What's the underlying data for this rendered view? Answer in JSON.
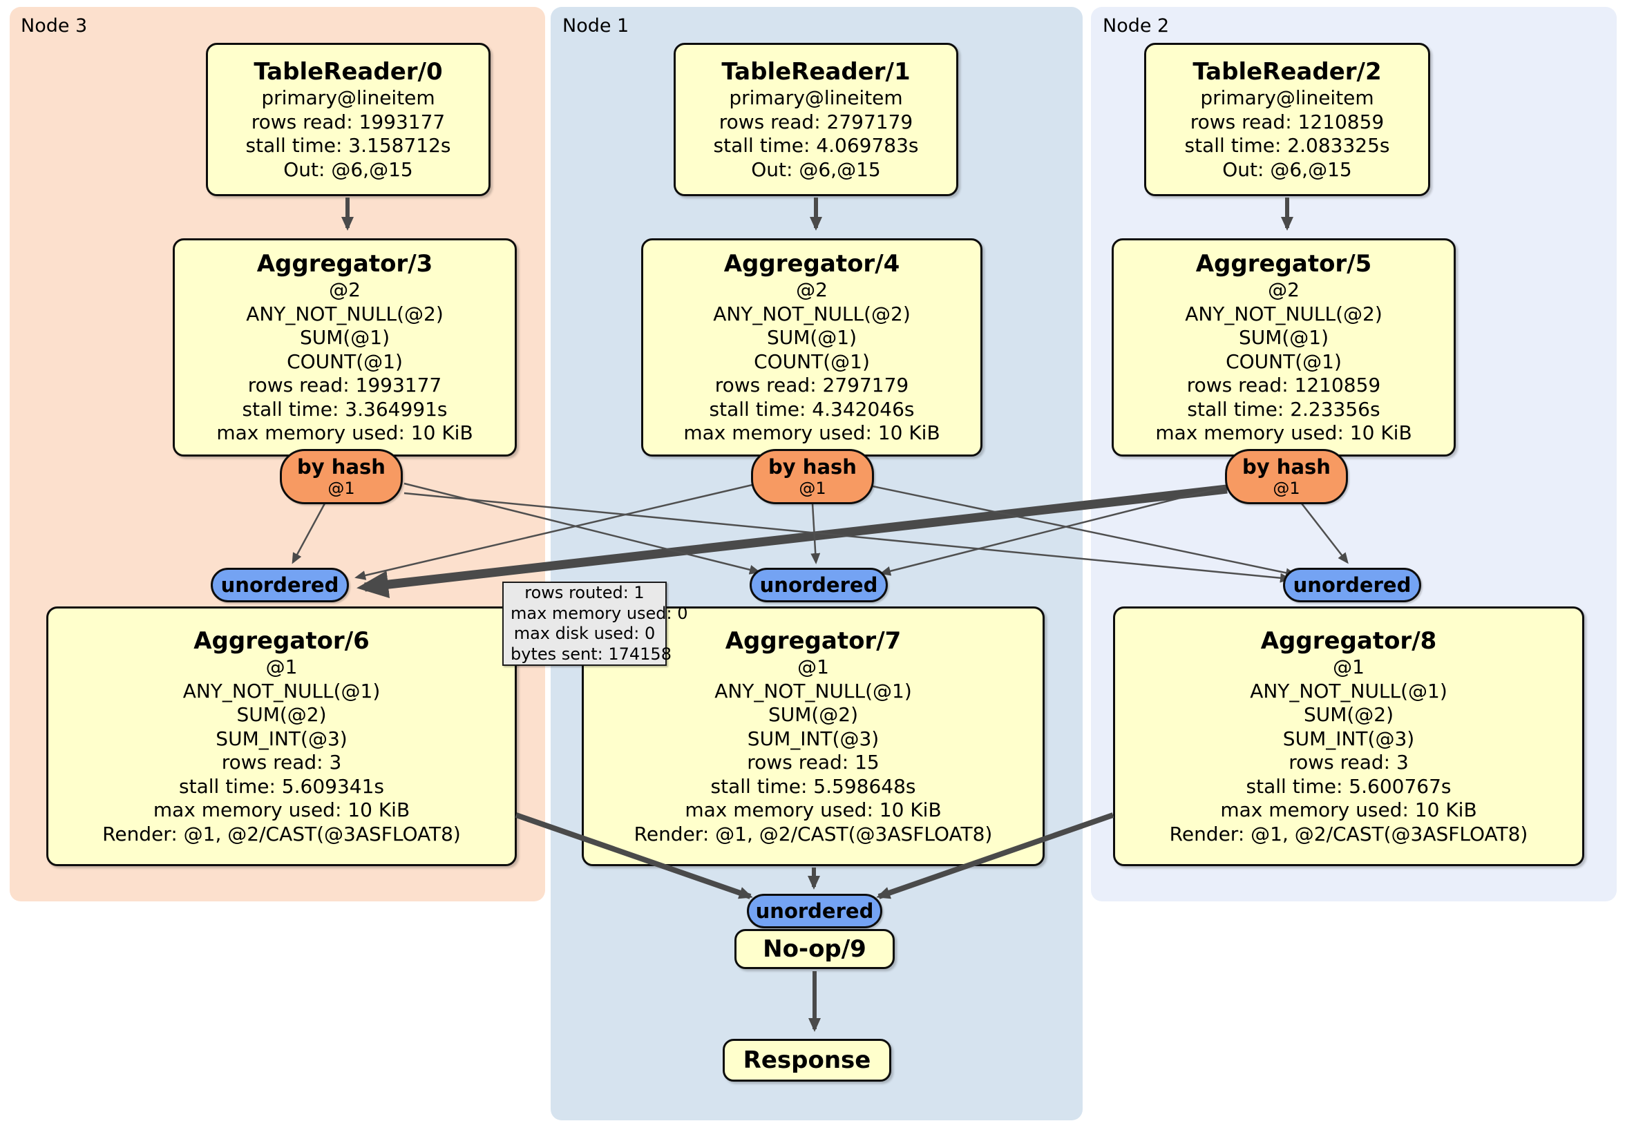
{
  "panels": [
    {
      "label": "Node 3"
    },
    {
      "label": "Node 1"
    },
    {
      "label": "Node 2"
    }
  ],
  "boxes": {
    "tr0": {
      "title": "TableReader/0",
      "lines": [
        "primary@lineitem",
        "rows read: 1993177",
        "stall time: 3.158712s",
        "Out: @6,@15"
      ]
    },
    "tr1": {
      "title": "TableReader/1",
      "lines": [
        "primary@lineitem",
        "rows read: 2797179",
        "stall time: 4.069783s",
        "Out: @6,@15"
      ]
    },
    "tr2": {
      "title": "TableReader/2",
      "lines": [
        "primary@lineitem",
        "rows read: 1210859",
        "stall time: 2.083325s",
        "Out: @6,@15"
      ]
    },
    "agg3": {
      "title": "Aggregator/3",
      "lines": [
        "@2",
        "ANY_NOT_NULL(@2)",
        "SUM(@1)",
        "COUNT(@1)",
        "rows read: 1993177",
        "stall time: 3.364991s",
        "max memory used: 10 KiB"
      ]
    },
    "agg4": {
      "title": "Aggregator/4",
      "lines": [
        "@2",
        "ANY_NOT_NULL(@2)",
        "SUM(@1)",
        "COUNT(@1)",
        "rows read: 2797179",
        "stall time: 4.342046s",
        "max memory used: 10 KiB"
      ]
    },
    "agg5": {
      "title": "Aggregator/5",
      "lines": [
        "@2",
        "ANY_NOT_NULL(@2)",
        "SUM(@1)",
        "COUNT(@1)",
        "rows read: 1210859",
        "stall time: 2.23356s",
        "max memory used: 10 KiB"
      ]
    },
    "agg6": {
      "title": "Aggregator/6",
      "lines": [
        "@1",
        "ANY_NOT_NULL(@1)",
        "SUM(@2)",
        "SUM_INT(@3)",
        "rows read: 3",
        "stall time: 5.609341s",
        "max memory used: 10 KiB",
        "Render: @1, @2/CAST(@3ASFLOAT8)"
      ]
    },
    "agg7": {
      "title": "Aggregator/7",
      "lines": [
        "@1",
        "ANY_NOT_NULL(@1)",
        "SUM(@2)",
        "SUM_INT(@3)",
        "rows read: 15",
        "stall time: 5.598648s",
        "max memory used: 10 KiB",
        "Render: @1, @2/CAST(@3ASFLOAT8)"
      ]
    },
    "agg8": {
      "title": "Aggregator/8",
      "lines": [
        "@1",
        "ANY_NOT_NULL(@1)",
        "SUM(@2)",
        "SUM_INT(@3)",
        "rows read: 3",
        "stall time: 5.600767s",
        "max memory used: 10 KiB",
        "Render: @1, @2/CAST(@3ASFLOAT8)"
      ]
    },
    "noop": {
      "title": "No-op/9"
    },
    "response": {
      "title": "Response"
    }
  },
  "routers": [
    {
      "label": "by hash",
      "sub": "@1"
    },
    {
      "label": "by hash",
      "sub": "@1"
    },
    {
      "label": "by hash",
      "sub": "@1"
    }
  ],
  "streams": [
    {
      "label": "unordered"
    },
    {
      "label": "unordered"
    },
    {
      "label": "unordered"
    },
    {
      "label": "unordered"
    }
  ],
  "tooltip": {
    "lines": [
      "rows routed: 1",
      "max memory used: 0",
      "max disk used: 0",
      "bytes sent: 174158"
    ]
  },
  "colors": {
    "panel_node3": "#fce0cd",
    "panel_node1": "#d6e3ef",
    "panel_node2": "#eaeffa",
    "box_fill": "#ffffcc",
    "router_fill": "#f79a62",
    "stream_fill": "#74a3f3",
    "edge": "#4a4a4a",
    "tooltip_fill": "#e9e9e9"
  }
}
